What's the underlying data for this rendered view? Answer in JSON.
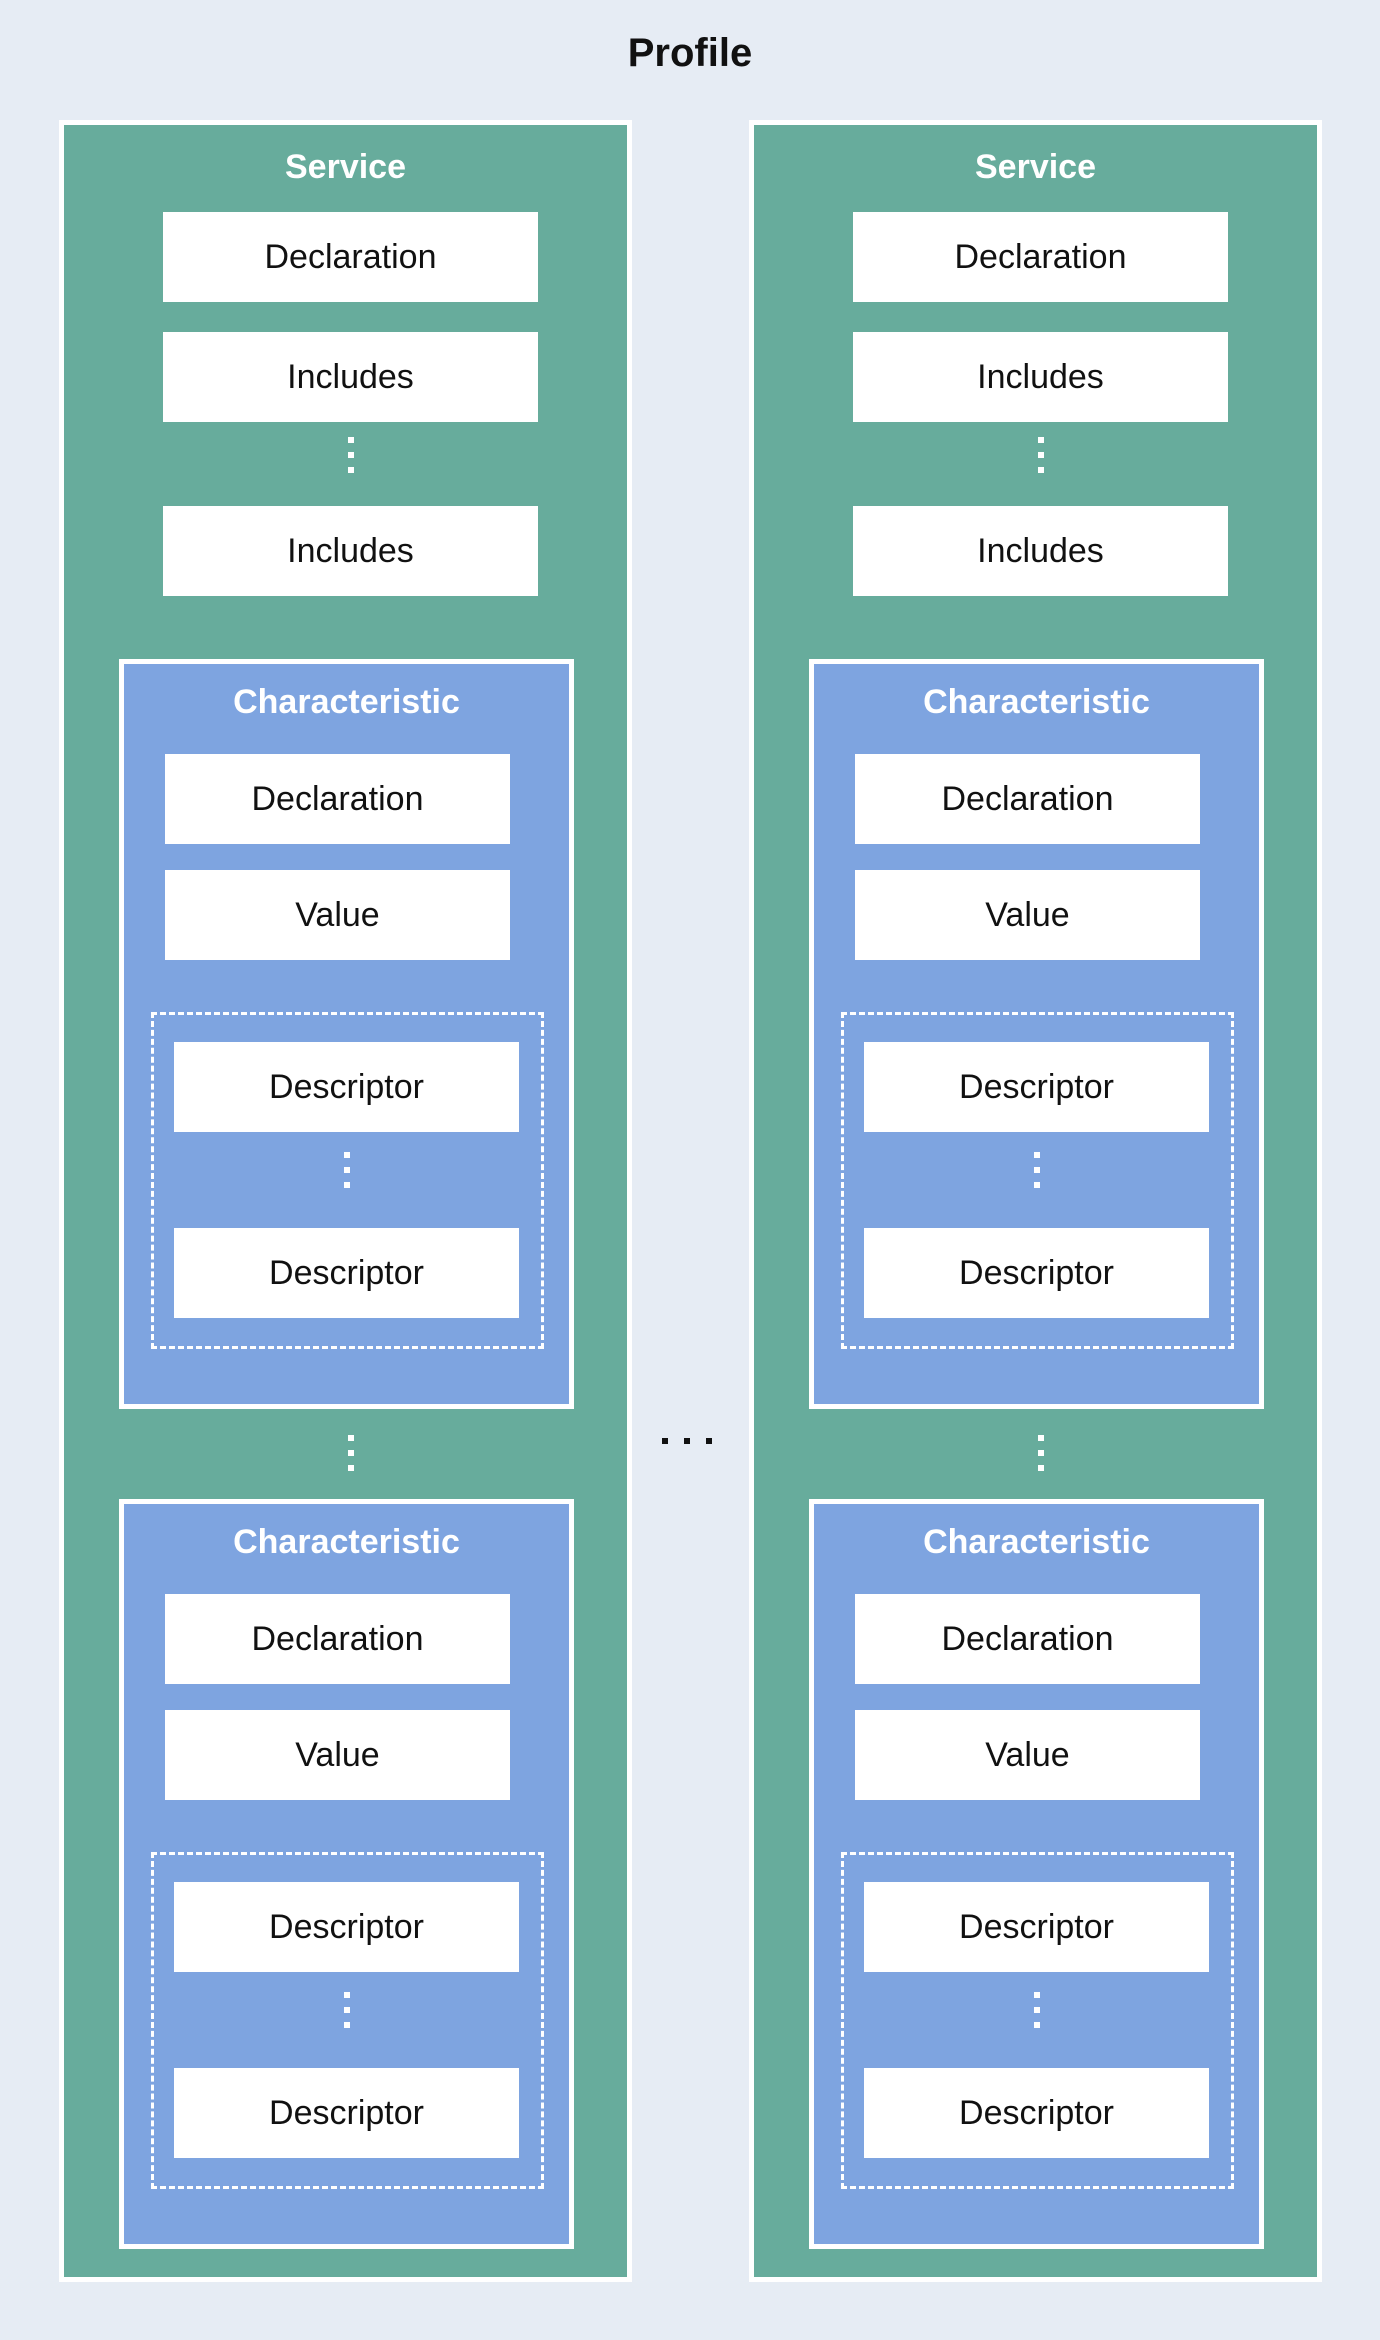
{
  "title": "Profile",
  "ellipsis_between_services": "...",
  "services": [
    {
      "label": "Service",
      "declaration": "Declaration",
      "includes": [
        "Includes",
        "Includes"
      ],
      "characteristics": [
        {
          "label": "Characteristic",
          "declaration": "Declaration",
          "value": "Value",
          "descriptors": [
            "Descriptor",
            "Descriptor"
          ]
        },
        {
          "label": "Characteristic",
          "declaration": "Declaration",
          "value": "Value",
          "descriptors": [
            "Descriptor",
            "Descriptor"
          ]
        }
      ]
    },
    {
      "label": "Service",
      "declaration": "Declaration",
      "includes": [
        "Includes",
        "Includes"
      ],
      "characteristics": [
        {
          "label": "Characteristic",
          "declaration": "Declaration",
          "value": "Value",
          "descriptors": [
            "Descriptor",
            "Descriptor"
          ]
        },
        {
          "label": "Characteristic",
          "declaration": "Declaration",
          "value": "Value",
          "descriptors": [
            "Descriptor",
            "Descriptor"
          ]
        }
      ]
    }
  ],
  "colors": {
    "background": "#e6ecf4",
    "service_fill": "#67ac9c",
    "characteristic_fill": "#7ea4e0",
    "box_fill": "#ffffff",
    "border": "#ffffff"
  }
}
